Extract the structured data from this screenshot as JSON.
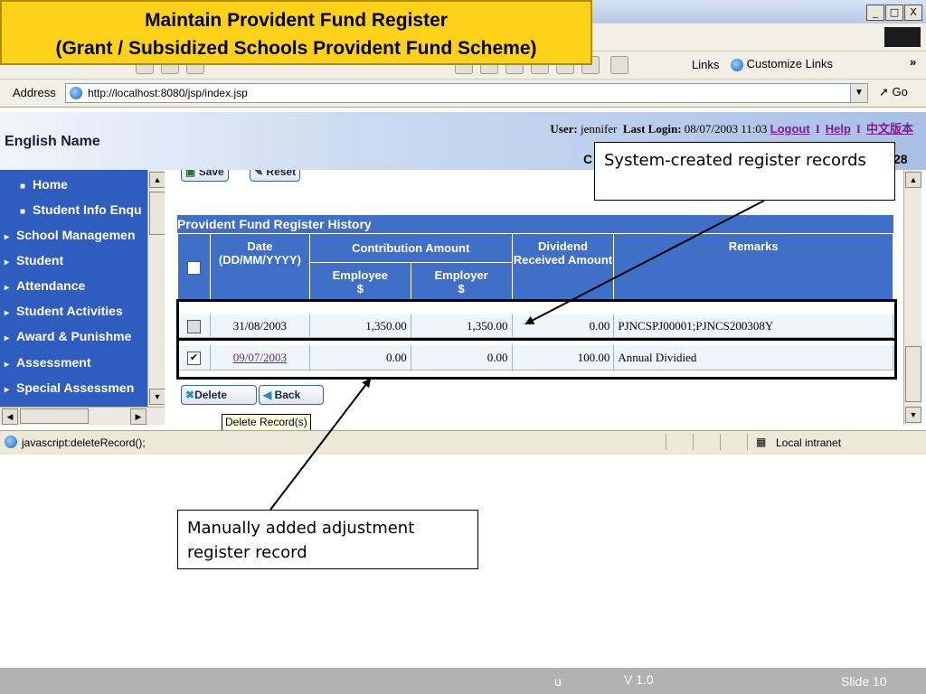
{
  "slide": {
    "title_line1": "Maintain Provident Fund Register",
    "title_line2": "(Grant / Subsidized Schools Provident Fund Scheme)",
    "callout_system": "System-created register records",
    "callout_manual": "Manually added adjustment register record",
    "footer_version": "V 1.0",
    "footer_slide": "Slide 10",
    "footer_fragment": "u"
  },
  "browser": {
    "window_buttons": [
      "_",
      "□",
      "X"
    ],
    "links_label": "Links",
    "customize_links": "Customize Links",
    "address_label": "Address",
    "url": "http://localhost:8080/jsp/index.jsp",
    "go_label": "Go",
    "status_text": "javascript:deleteRecord();",
    "zone_text": "Local intranet"
  },
  "header": {
    "app_title": "English Name",
    "user_label": "User:",
    "user_name": "jennifer",
    "last_login_label": "Last Login:",
    "last_login_value": "08/07/2003 11:03",
    "logout": "Logout",
    "help": "Help",
    "chinese": "中文版本",
    "separator": "I",
    "partial_left": "C",
    "partial_right": "28"
  },
  "sidebar": {
    "items": [
      {
        "label": "Home",
        "marker": "■"
      },
      {
        "label": "Student Info Enqu",
        "marker": "■"
      },
      {
        "label": "School Managemen",
        "marker": "▸"
      },
      {
        "label": "Student",
        "marker": "▸"
      },
      {
        "label": "Attendance",
        "marker": "▸"
      },
      {
        "label": "Student Activities",
        "marker": "▸"
      },
      {
        "label": "Award & Punishme",
        "marker": "▸"
      },
      {
        "label": "Assessment",
        "marker": "▸"
      },
      {
        "label": "Special Assessmen",
        "marker": "▸"
      }
    ]
  },
  "content": {
    "save_label": "Save",
    "reset_label": "Reset",
    "history_title": "Provident Fund Register History",
    "columns": {
      "date": "Date (DD/MM/YYYY)",
      "contribution": "Contribution Amount",
      "employee": "Employee",
      "employer": "Employer",
      "currency": "$",
      "dividend": "Dividend Received Amount",
      "remarks": "Remarks"
    },
    "rows": [
      {
        "checked": false,
        "date": "31/08/2003",
        "employee": "1,350.00",
        "employer": "1,350.00",
        "dividend": "0.00",
        "remarks": "PJNCSPJ00001;PJNCS200308Y"
      },
      {
        "checked": true,
        "date": "09/07/2003",
        "employee": "0.00",
        "employer": "0.00",
        "dividend": "100.00",
        "remarks": "Annual Dividied"
      }
    ],
    "delete_label": "Delete",
    "back_label": "Back",
    "tooltip": "Delete Record(s)"
  }
}
